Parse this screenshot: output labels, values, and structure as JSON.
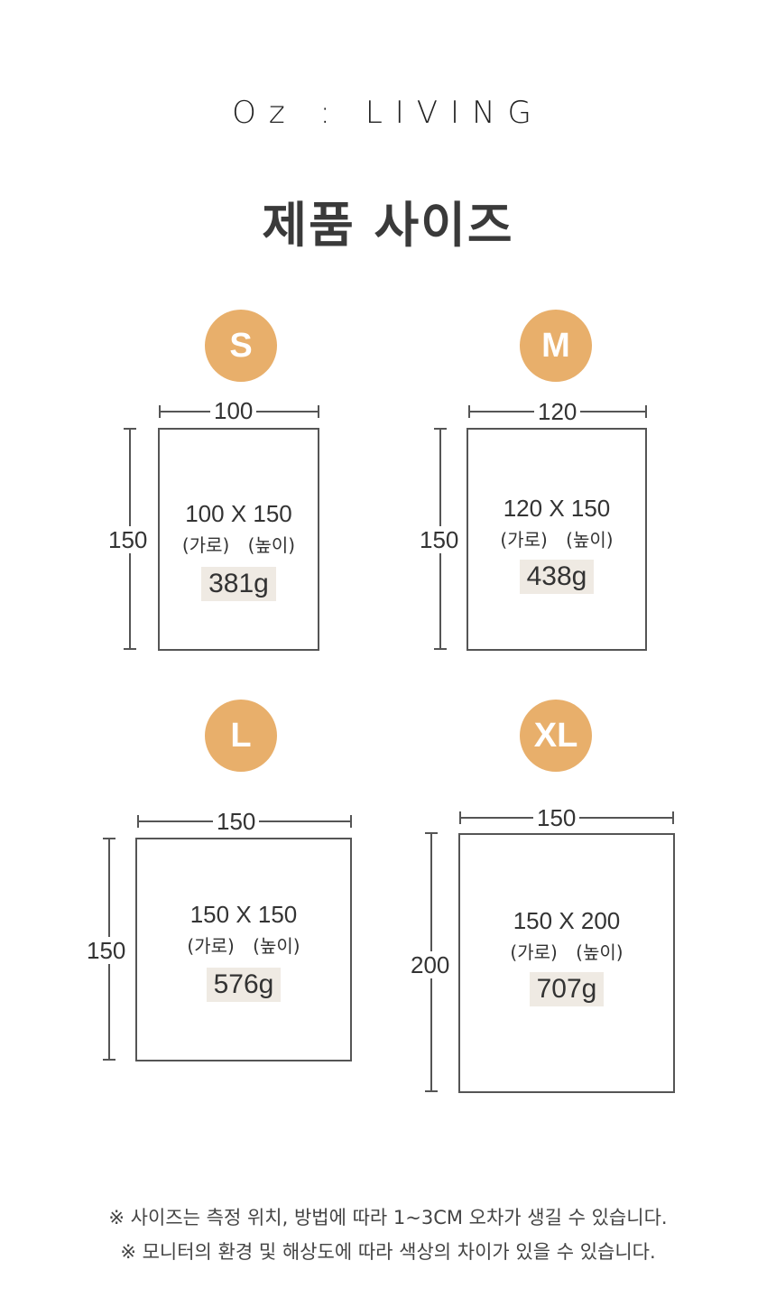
{
  "brand": {
    "logo": "Oz : LIVING"
  },
  "title": "제품 사이즈",
  "sizes": {
    "s": {
      "badge": "S",
      "width": "100",
      "height": "150",
      "dims": "100 X 150",
      "labels": "(가로) (높이)",
      "weight": "381g"
    },
    "m": {
      "badge": "M",
      "width": "120",
      "height": "150",
      "dims": "120 X 150",
      "labels": "(가로) (높이)",
      "weight": "438g"
    },
    "l": {
      "badge": "L",
      "width": "150",
      "height": "150",
      "dims": "150 X 150",
      "labels": "(가로) (높이)",
      "weight": "576g"
    },
    "xl": {
      "badge": "XL",
      "width": "150",
      "height": "200",
      "dims": "150 X 200",
      "labels": "(가로) (높이)",
      "weight": "707g"
    }
  },
  "notes": [
    "※ 사이즈는 측정 위치, 방법에 따라 1~3CM 오차가 생길 수 있습니다.",
    "※ 모니터의 환경 및 해상도에 따라 색상의 차이가 있을 수 있습니다."
  ],
  "colors": {
    "badge": "#E8AF6B",
    "weight_bg": "#EFEAE3",
    "line": "#555555"
  }
}
